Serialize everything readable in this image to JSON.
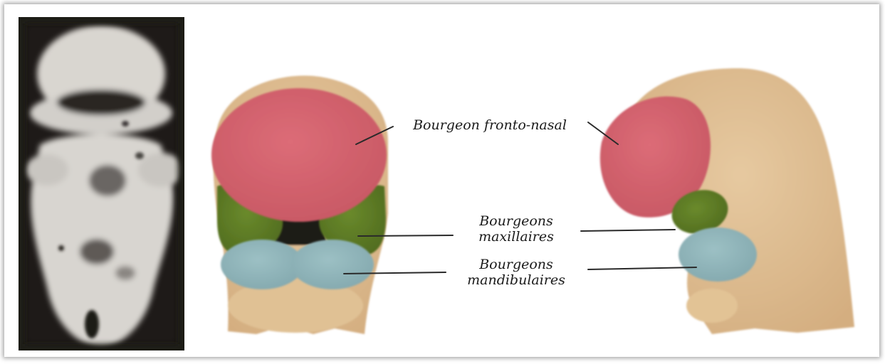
{
  "labels": {
    "fronto_nasal": "Bourgeon fronto-nasal",
    "maxillaires": {
      "line1": "Bourgeons",
      "line2": "maxillaires"
    },
    "mandibulaires": {
      "line1": "Bourgeons",
      "line2": "mandibulaires"
    }
  },
  "colors": {
    "skin": "#dcb98e",
    "fronto_nasal": "#d4616c",
    "maxillaire": "#5c7a24",
    "mandibulaire": "#8fb3b8",
    "photo_bg": "#1e1a18"
  }
}
